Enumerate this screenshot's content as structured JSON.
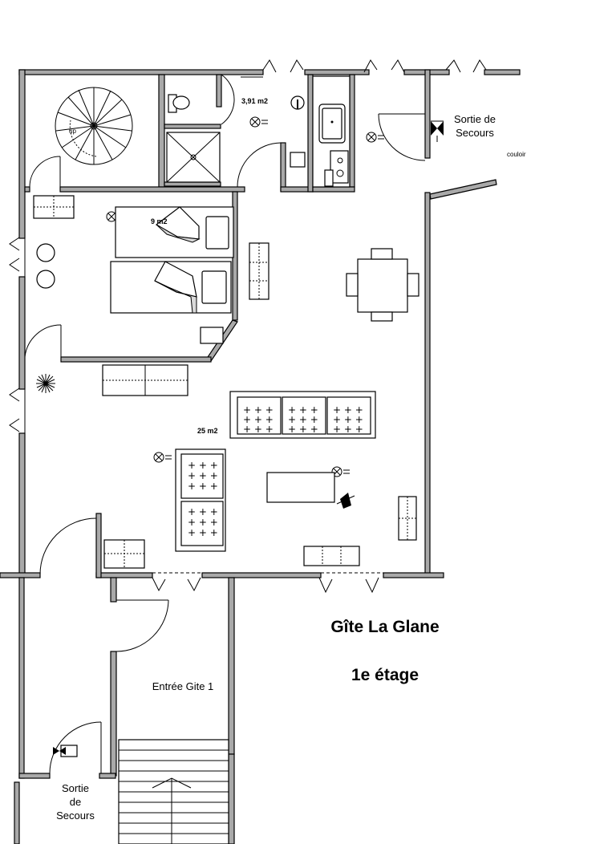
{
  "plan": {
    "title": "Gîte La Glane",
    "floor": "1e étage",
    "areas": {
      "wc": "3,91 m2",
      "bedroom": "9 m2",
      "living": "25 m2"
    },
    "labels": {
      "stairs_up": "up",
      "couloir": "couloir",
      "entry": "Entrée Gite 1",
      "exit_top_line1": "Sortie de",
      "exit_top_line2": "Secours",
      "exit_bottom_line1": "Sortie",
      "exit_bottom_line2": "de",
      "exit_bottom_line3": "Secours"
    },
    "colors": {
      "wall": "#a9a9a9",
      "line": "#000000",
      "background": "#ffffff"
    }
  }
}
